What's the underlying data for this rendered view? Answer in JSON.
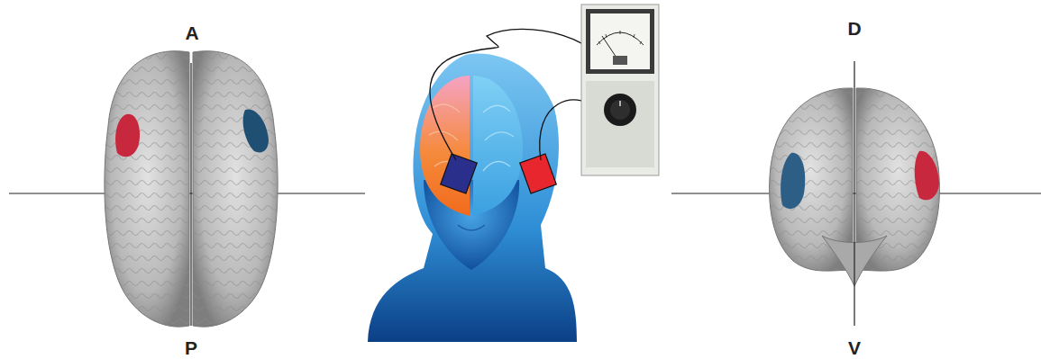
{
  "diagram": {
    "labels": [
      "A",
      "P",
      "D",
      "V"
    ]
  }
}
